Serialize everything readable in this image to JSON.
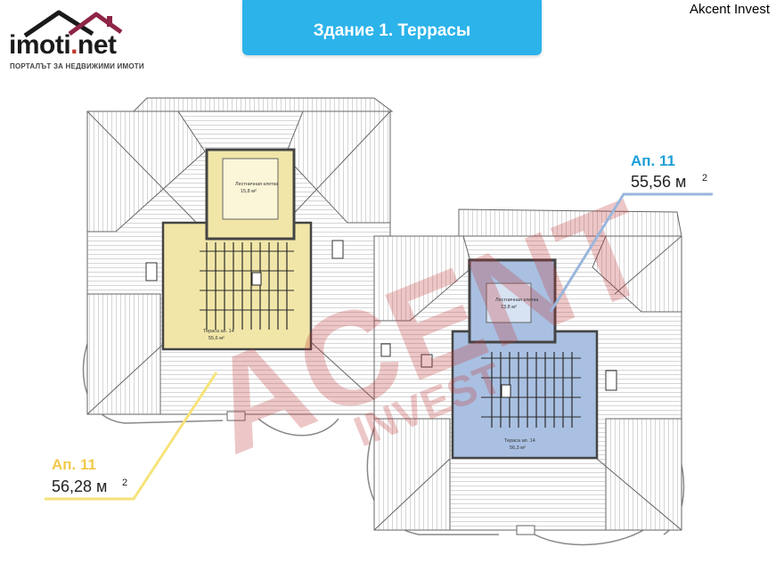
{
  "logo": {
    "brand": "imoti",
    "dot": ".",
    "tld": "net",
    "tagline": "ПОРТАЛЪТ ЗА НЕДВИЖИМИ ИМОТИ"
  },
  "title": "Здание 1. Террасы",
  "watermark_corner": "Akcent Invest",
  "watermark_overlay": {
    "main": "ACENT",
    "sub": "INVEST"
  },
  "plan": {
    "apartment_left": {
      "label": "Ап. 11",
      "area": "56,28 м",
      "unit_sup": "2",
      "color": "#f1e6a8",
      "label_color": "#f2c94c"
    },
    "apartment_right": {
      "label": "Ап. 11",
      "area": "55,56 м",
      "unit_sup": "2",
      "color": "#a9c0e2",
      "label_color": "#1e9fd8"
    },
    "rooms": {
      "left_stair": "Лестничная клетка",
      "left_stair_area": "15,8 м²",
      "left_terrace": "Тераса ап. 14",
      "left_terrace_area": "55,6 м²",
      "right_stair": "Лестничная клетка",
      "right_stair_area": "13,8 м²",
      "right_terrace": "Тераса ап. 14",
      "right_terrace_area": "56,3 м²"
    }
  }
}
